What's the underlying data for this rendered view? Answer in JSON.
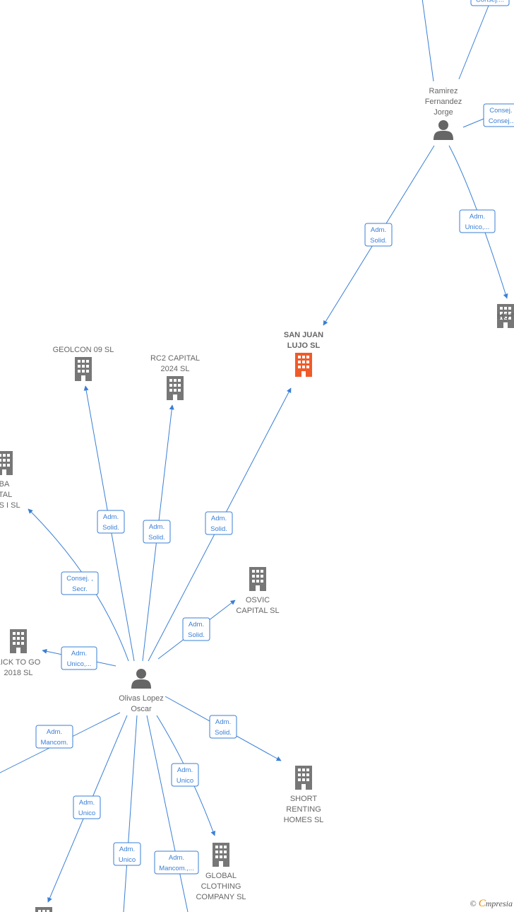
{
  "graph": {
    "colors": {
      "edge": "#3a7fd5",
      "company": "#777777",
      "focus_company": "#f05a28",
      "person": "#666666"
    },
    "nodes": [
      {
        "id": "ramirez",
        "kind": "person",
        "lines": [
          "Ramirez",
          "Fernandez",
          "Jorge"
        ]
      },
      {
        "id": "sanjuan",
        "kind": "company-focus",
        "lines": [
          "SAN JUAN",
          "LUJO  SL"
        ]
      },
      {
        "id": "mot",
        "kind": "company",
        "lines": [
          "MOT"
        ]
      },
      {
        "id": "geolcon",
        "kind": "company",
        "lines": [
          "GEOLCON 09 SL"
        ]
      },
      {
        "id": "rc2",
        "kind": "company",
        "lines": [
          "RC2 CAPITAL",
          "2024  SL"
        ]
      },
      {
        "id": "ba",
        "kind": "company",
        "lines": [
          "BA",
          "ITAL",
          "ERS I  SL"
        ]
      },
      {
        "id": "osvic",
        "kind": "company",
        "lines": [
          "OSVIC",
          "CAPITAL  SL"
        ]
      },
      {
        "id": "clicktogo",
        "kind": "company",
        "lines": [
          "LICK TO GO",
          "2018  SL"
        ]
      },
      {
        "id": "olivas",
        "kind": "person",
        "lines": [
          "Olivas Lopez",
          "Oscar"
        ]
      },
      {
        "id": "shortrenting",
        "kind": "company",
        "lines": [
          "SHORT",
          "RENTING",
          "HOMES  SL"
        ]
      },
      {
        "id": "global",
        "kind": "company",
        "lines": [
          "GLOBAL",
          "CLOTHING",
          "COMPANY SL"
        ]
      },
      {
        "id": "bottomleft",
        "kind": "company",
        "lines": []
      }
    ],
    "badges": [
      {
        "id": "b-top",
        "lines": [
          "Consej...."
        ]
      },
      {
        "id": "b-consej-right",
        "lines": [
          "Consej. ,",
          "Consej...."
        ]
      },
      {
        "id": "b-ramirez-sanjuan",
        "lines": [
          "Adm.",
          "Solid."
        ]
      },
      {
        "id": "b-ramirez-mot",
        "lines": [
          "Adm.",
          "Unico,..."
        ]
      },
      {
        "id": "b-olivas-geolcon",
        "lines": [
          "Adm.",
          "Solid."
        ]
      },
      {
        "id": "b-olivas-rc2",
        "lines": [
          "Adm.",
          "Solid."
        ]
      },
      {
        "id": "b-olivas-sanjuan",
        "lines": [
          "Adm.",
          "Solid."
        ]
      },
      {
        "id": "b-olivas-ba",
        "lines": [
          "Consej. ,",
          "Secr."
        ]
      },
      {
        "id": "b-olivas-osvic",
        "lines": [
          "Adm.",
          "Solid."
        ]
      },
      {
        "id": "b-olivas-clicktogo",
        "lines": [
          "Adm.",
          "Unico,..."
        ]
      },
      {
        "id": "b-olivas-short",
        "lines": [
          "Adm.",
          "Solid."
        ]
      },
      {
        "id": "b-olivas-left",
        "lines": [
          "Adm.",
          "Mancom."
        ]
      },
      {
        "id": "b-olivas-global",
        "lines": [
          "Adm.",
          "Unico"
        ]
      },
      {
        "id": "b-olivas-bottomleft",
        "lines": [
          "Adm.",
          "Unico"
        ]
      },
      {
        "id": "b-olivas-bottom",
        "lines": [
          "Adm.",
          "Unico"
        ]
      },
      {
        "id": "b-olivas-bottom2",
        "lines": [
          "Adm.",
          "Mancom.,..."
        ]
      }
    ]
  },
  "footer": {
    "copyright": "©",
    "brand_initial": "C",
    "brand_rest": "mpresia"
  }
}
